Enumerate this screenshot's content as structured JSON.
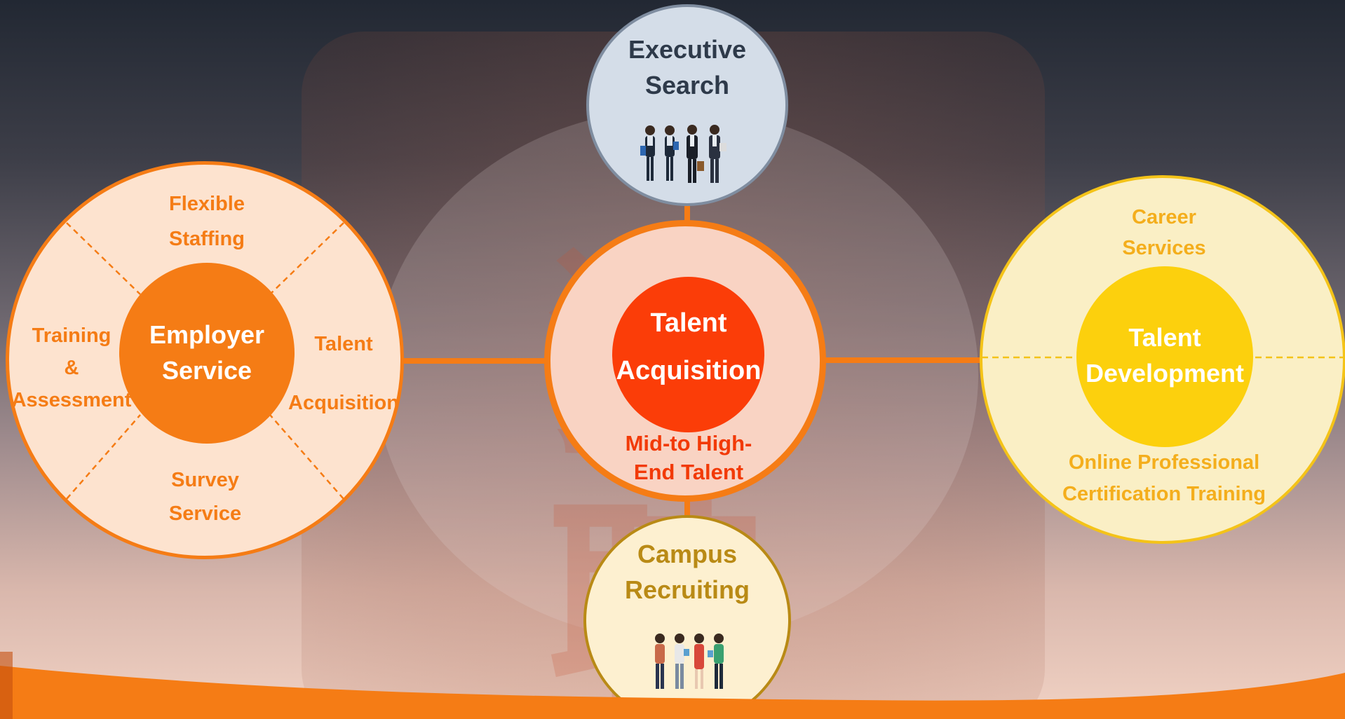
{
  "watermark": {
    "text": "猎聘"
  },
  "center": {
    "title_line1": "Talent",
    "title_line2": "Acquisition",
    "subtitle_line1": "Mid-to High-",
    "subtitle_line2": "End Talent"
  },
  "top": {
    "line1": "Executive",
    "line2": "Search",
    "icon": "business-people-icon"
  },
  "bottom": {
    "line1": "Campus",
    "line2": "Recruiting",
    "icon": "students-icon"
  },
  "left": {
    "title_line1": "Employer",
    "title_line2": "Service",
    "segments": {
      "top": {
        "line1": "Flexible",
        "line2": "Staffing"
      },
      "left": {
        "line1": "Training",
        "line2": "&",
        "line3": "Assessment"
      },
      "right": {
        "line1": "Talent",
        "line2": "Acquisition"
      },
      "bottom": {
        "line1": "Survey",
        "line2": "Service"
      }
    }
  },
  "right": {
    "title_line1": "Talent",
    "title_line2": "Development",
    "top": {
      "line1": "Career",
      "line2": "Services"
    },
    "bottom": {
      "line1": "Online Professional",
      "line2": "Certification Training"
    }
  },
  "colors": {
    "orange": "#f57c15",
    "red": "#fb3d08",
    "yellow": "#fcd00d",
    "gold": "#b98a15",
    "slate": "#2e3a4a"
  }
}
